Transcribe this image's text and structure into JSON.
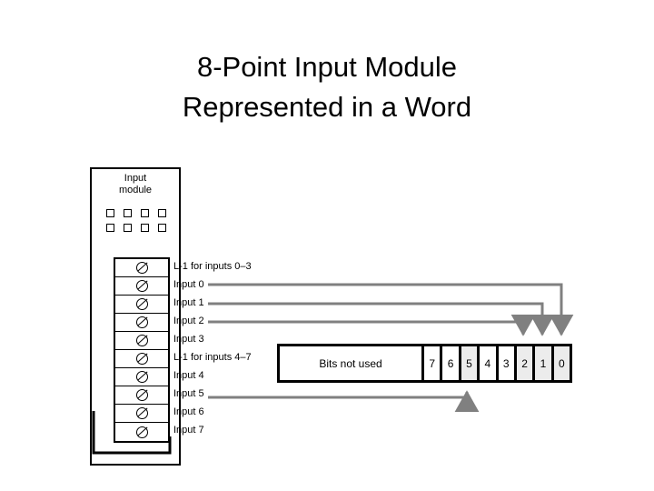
{
  "slide": {
    "title_lines": [
      "8-Point Input Module",
      "Represented in a Word"
    ]
  },
  "figure": {
    "module": {
      "label_lines": [
        "Input",
        "module"
      ],
      "led_count": 8,
      "led_rows": 2,
      "led_cols": 4,
      "terminal_labels": [
        "L-1 for inputs 0–3",
        "Input 0",
        "Input 1",
        "Input 2",
        "Input 3",
        "L-1 for inputs 4–7",
        "Input 4",
        "Input 5",
        "Input 6",
        "Input 7"
      ]
    },
    "register": {
      "unused_label": "Bits not used",
      "bits": [
        {
          "label": "7",
          "shaded": false
        },
        {
          "label": "6",
          "shaded": false
        },
        {
          "label": "5",
          "shaded": true
        },
        {
          "label": "4",
          "shaded": false
        },
        {
          "label": "3",
          "shaded": false
        },
        {
          "label": "2",
          "shaded": true
        },
        {
          "label": "1",
          "shaded": true
        },
        {
          "label": "0",
          "shaded": true
        }
      ]
    },
    "connections": [
      {
        "from": "Input 0",
        "to_bit": "0"
      },
      {
        "from": "Input 1",
        "to_bit": "1"
      },
      {
        "from": "Input 2",
        "to_bit": "2"
      },
      {
        "from": "Input 5",
        "to_bit": "5"
      }
    ],
    "colors": {
      "wire": "#808080",
      "outline": "#000000",
      "bit_shaded": "#ececec",
      "background": "#ffffff"
    }
  }
}
